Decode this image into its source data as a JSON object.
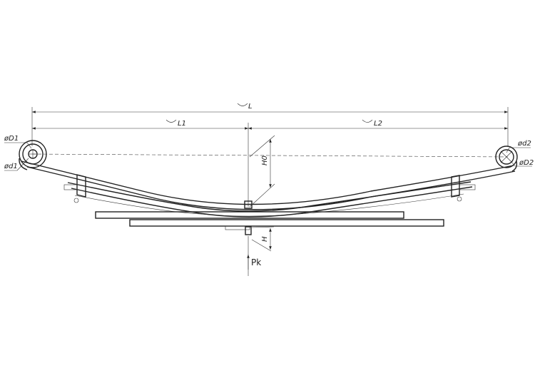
{
  "dimensions": {
    "total_length": "L",
    "left_length": "L1",
    "right_length": "L2",
    "free_height": "H0",
    "loaded_height": "H"
  },
  "eyes": {
    "left_outer_diameter": "øD1",
    "left_inner_diameter": "ød1",
    "right_inner_diameter": "ød2",
    "right_outer_diameter": "øD2"
  },
  "load": {
    "label": "Pk"
  },
  "colors": {
    "line": "#222222",
    "background": "#ffffff"
  }
}
